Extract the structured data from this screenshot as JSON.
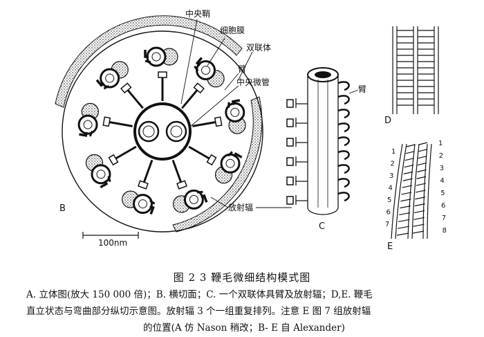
{
  "figure": {
    "labels": {
      "central_sheath": "中央鞘",
      "cell_membrane": "细胞膜",
      "doublet": "双联体",
      "arm": "臂",
      "central_tubule": "中央微管",
      "arm_c": "臂",
      "radial_spoke": "放射辐",
      "scale": "100nm"
    },
    "panels": {
      "b": "B",
      "c": "C",
      "d": "D",
      "e": "E"
    },
    "e_numbers_left": [
      "1",
      "2",
      "3",
      "4",
      "5",
      "6",
      "7"
    ],
    "e_numbers_right": [
      "1",
      "2",
      "3",
      "4",
      "5",
      "6",
      "7",
      "8"
    ]
  },
  "caption": {
    "title": "图 2   3    鞭毛微细结构模式图",
    "line1": "A. 立体图(放大 150 000 倍)；B. 横切面；C. 一个双联体具臂及放射辐；D,E. 鞭毛",
    "line2": "直立状态与弯曲部分纵切示意图。放射辐 3 个一组重复排列。注意 E 图 7 组放射辐",
    "line3": "的位置(A 仿 Nason 稍改；B- E 自 Alexander)"
  }
}
